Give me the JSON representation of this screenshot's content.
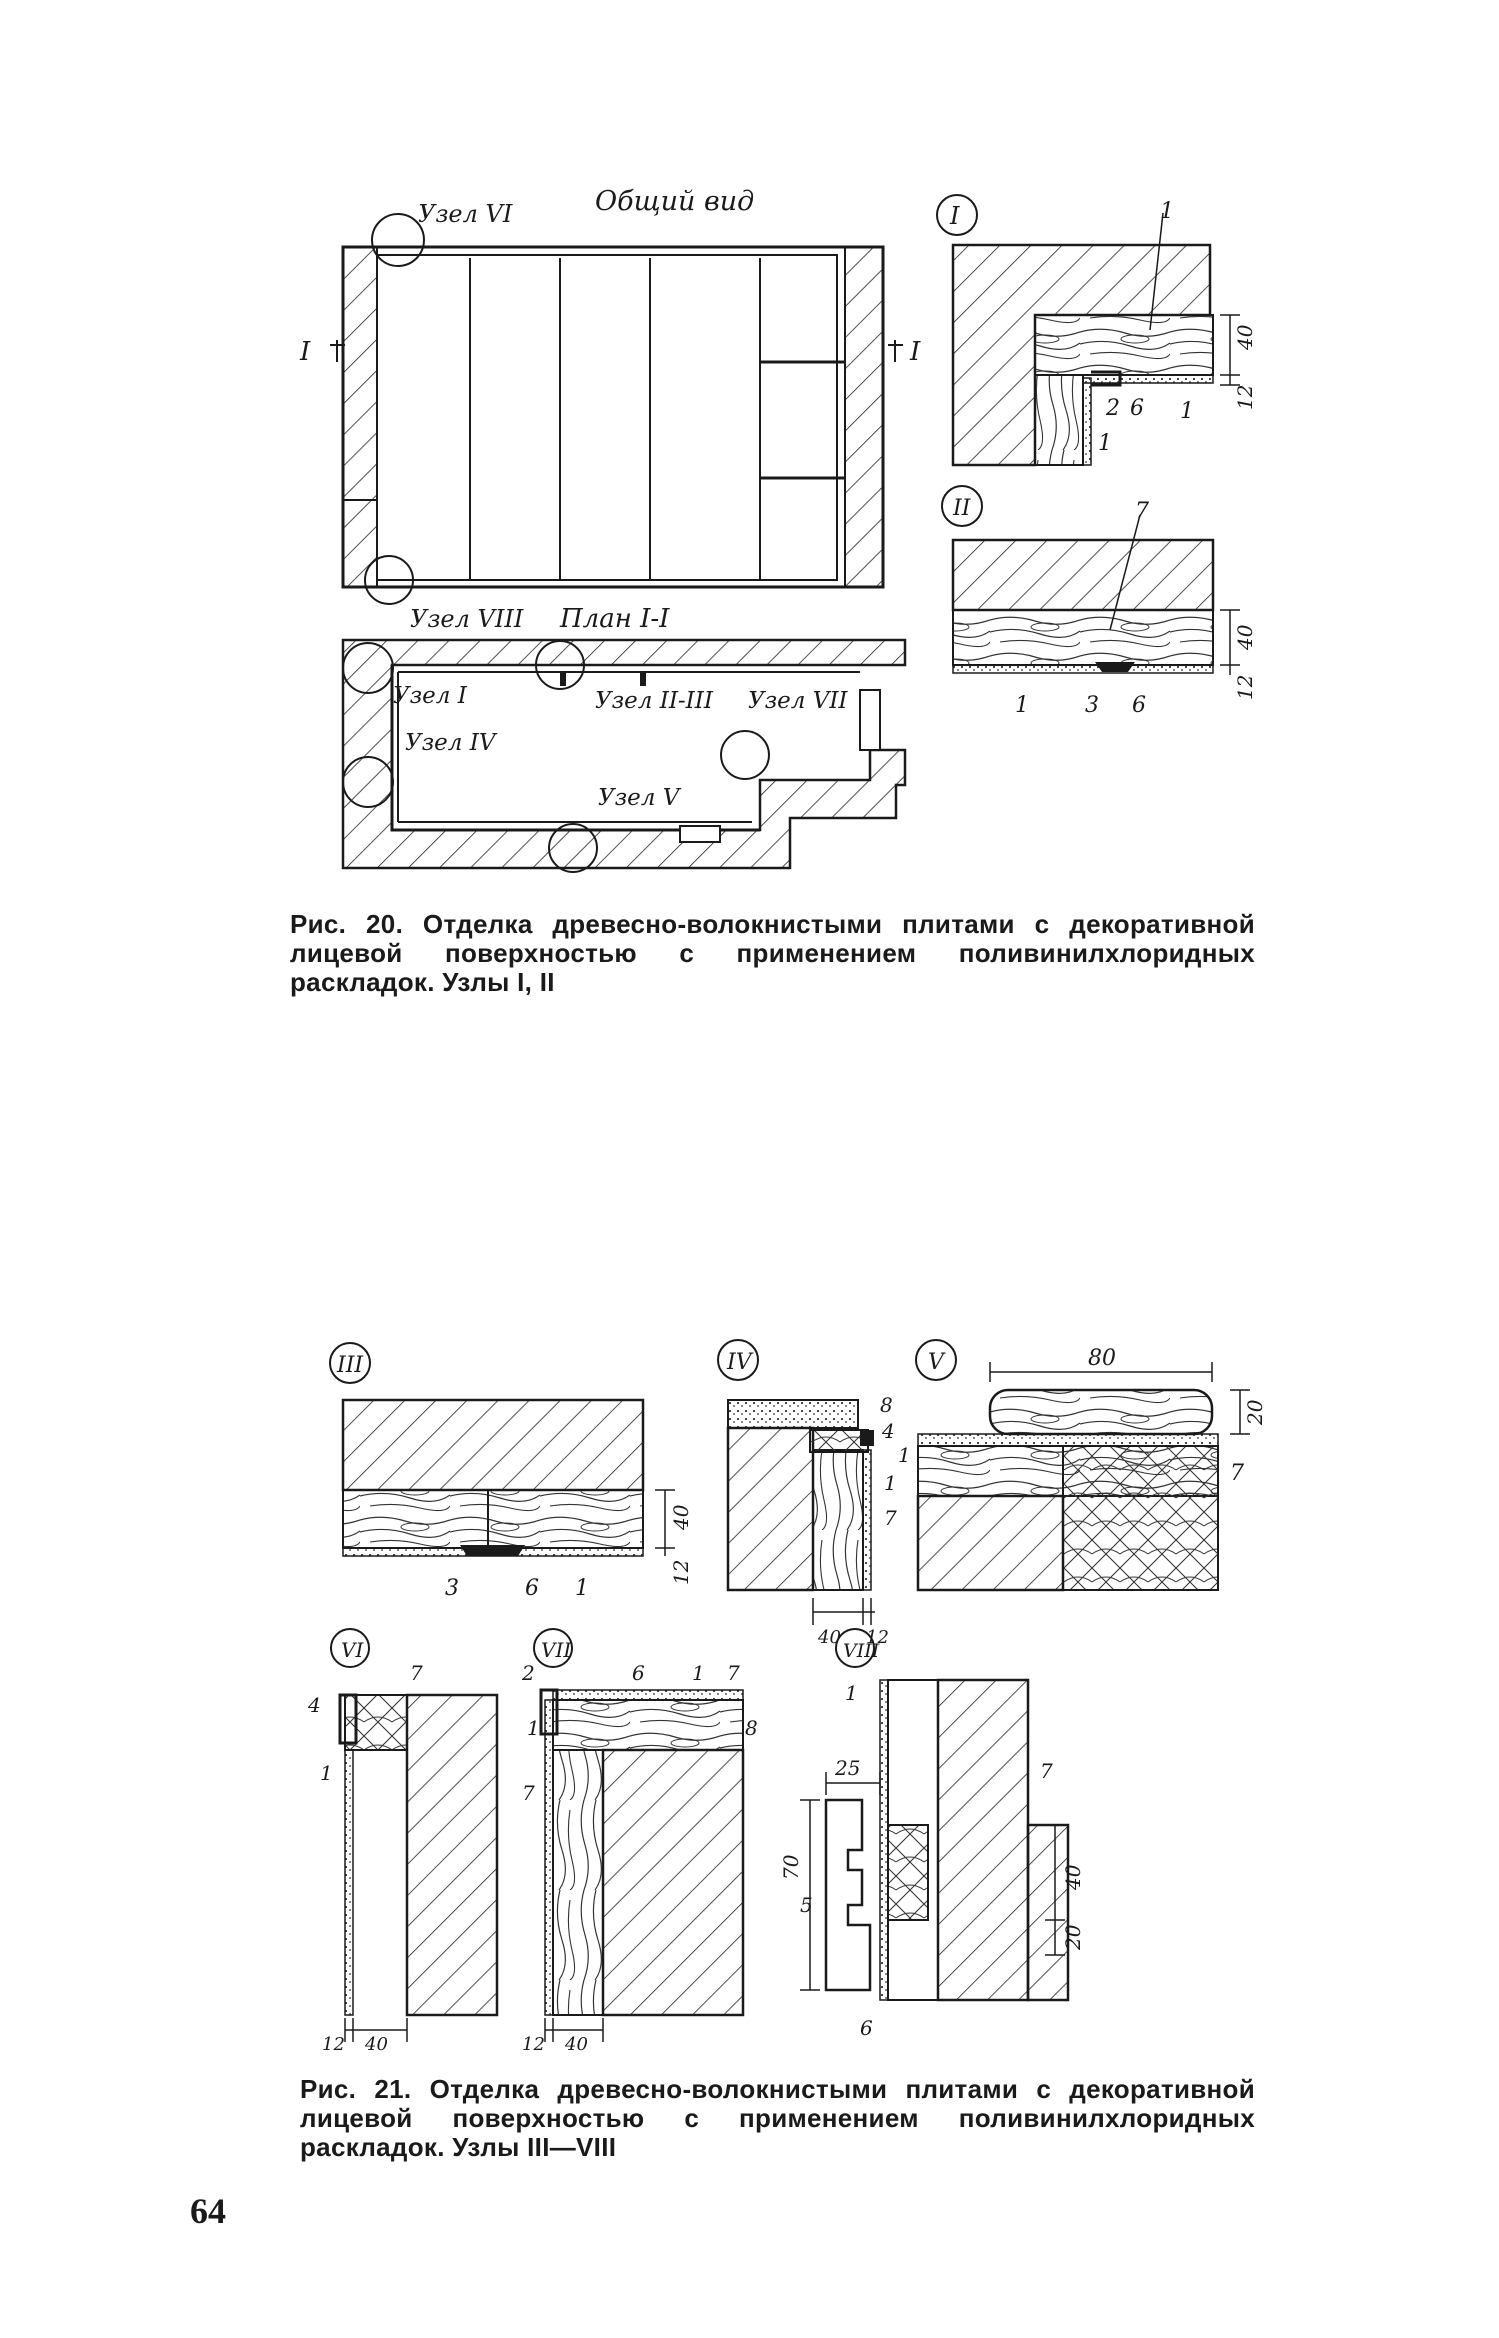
{
  "figure20": {
    "title": "Общий вид",
    "section_marks": [
      "I",
      "I"
    ],
    "plan_title": "План I-I",
    "node_labels": {
      "top_left": "Узел VI",
      "bottom_left": "Узел VIII",
      "plan_1": "Узел I",
      "plan_2_3": "Узел II-III",
      "plan_7": "Узел VII",
      "plan_4": "Узел IV",
      "plan_5": "Узел V"
    },
    "detail_I": {
      "marker": "I",
      "callouts": [
        "1",
        "2",
        "6",
        "1",
        "1"
      ],
      "dims": [
        "40",
        "12"
      ]
    },
    "detail_II": {
      "marker": "II",
      "callouts": [
        "7",
        "1",
        "3",
        "6"
      ],
      "dims": [
        "40",
        "12"
      ]
    },
    "caption": "Рис. 20. Отделка древесно-волокнистыми плитами с декоративной лицевой поверхностью с применением поливинилхлоридных раскладок. Узлы I, II"
  },
  "figure21": {
    "detail_III": {
      "marker": "III",
      "callouts": [
        "3",
        "6",
        "1"
      ],
      "dims": [
        "40",
        "12"
      ]
    },
    "detail_IV": {
      "marker": "IV",
      "callouts": [
        "8",
        "4",
        "1",
        "7"
      ],
      "dims": [
        "40",
        "12"
      ]
    },
    "detail_V": {
      "marker": "V",
      "callouts": [
        "1",
        "7"
      ],
      "dims": [
        "80",
        "20"
      ]
    },
    "detail_VI": {
      "marker": "VI",
      "callouts": [
        "7",
        "4",
        "1"
      ],
      "dims": [
        "12",
        "40"
      ]
    },
    "detail_VII": {
      "marker": "VII",
      "callouts": [
        "2",
        "6",
        "1",
        "7",
        "8",
        "1",
        "7"
      ],
      "dims": [
        "12",
        "40"
      ]
    },
    "detail_VIII": {
      "marker": "VIII",
      "callouts": [
        "1",
        "25",
        "7",
        "5",
        "6"
      ],
      "dims": [
        "70",
        "40",
        "20"
      ]
    },
    "caption": "Рис. 21. Отделка древесно-волокнистыми плитами с декоративной лицевой поверхностью с применением поливинилхлоридных раскладок. Узлы III—VIII"
  },
  "page_number": "64"
}
